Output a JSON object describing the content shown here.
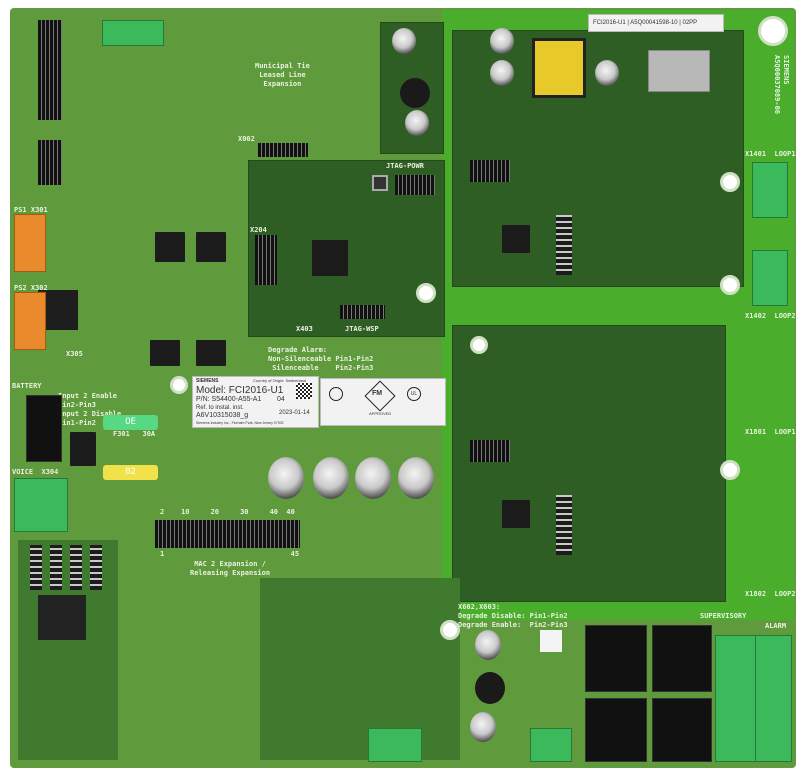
{
  "board": {
    "colors": {
      "board": "#5f9a3c",
      "module": "#2f5e25",
      "terminal": "#3cb95a"
    },
    "silkscreen": {
      "municipal": "Municipal Tie\nLeased Line\nExpansion",
      "degrade_alarm": "Degrade Alarm:\nNon-Silenceable Pin1-Pin2\n Silenceable    Pin2-Pin3",
      "input2": "Input 2 Enable\nPin2-Pin3\nInput 2 Disable\nPin1-Pin2",
      "battery": "BATTERY",
      "voice": "VOICE  X304",
      "fuse": "F301   30A",
      "ps1": "PS1 X301",
      "ps2": "PS2 X302",
      "x305": "X305",
      "jtag_powr": "JTAG-POWR",
      "jtag_wsp": "JTAG-WSP",
      "x403": "X403",
      "x204": "X204",
      "x002": "X002",
      "mac2": "MAC 2 Expansion /\nReleasing Expansion",
      "connector_top": "2    10     20     30     40  40",
      "connector_bottom": "1                              45",
      "x602": "X602,X603:\nDegrade Disable: Pin1-Pin2\nDegrade Enable:  Pin2-Pin3",
      "x1401": "X1401  LOOP1",
      "x1402": "X1402  LOOP2",
      "x1801": "X1801  LOOP1",
      "x1802": "X1802  LOOP2",
      "supervisory": "SUPERVISORY",
      "alarm": "ALARM",
      "siemens_part": "SIEMENS\nA5Q00037089-06",
      "fuse_value": "OE",
      "fuse2_value": "02"
    },
    "label": {
      "brand": "SIEMENS",
      "origin": "Country of Origin: Switzerland",
      "model": "Model: FCI2016-U1",
      "pn": "P/N: S54400-A55-A1",
      "rev": "04",
      "ref": "Ref. to instal. inst.",
      "doc": "A6V10315038_g",
      "date": "2023-01-14",
      "maker": "Siemens Industry Inc., Florham Park, New Jersey 07932",
      "fm": "FM",
      "fm_sub": "APPROVED",
      "ul": "UL"
    },
    "top_sticker": "FCI2016-U1 | A5Q00041598-10 | 02PP"
  }
}
